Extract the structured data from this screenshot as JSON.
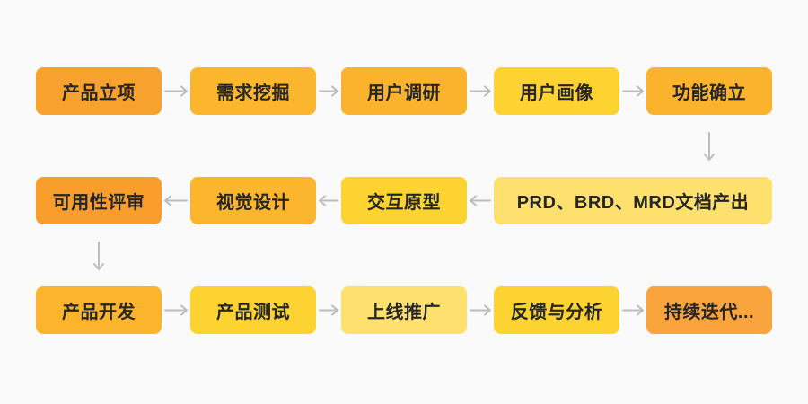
{
  "canvas": {
    "background": "#FAFAFA",
    "arrow_color": "#BDBDBD",
    "text_color": "#262626"
  },
  "diagram_title": "product-development-flowchart",
  "nodes": [
    {
      "label": "产品立项",
      "row": 0,
      "col": 0,
      "color": "#F7A22E"
    },
    {
      "label": "需求挖掘",
      "row": 0,
      "col": 1,
      "color": "#FBB62E"
    },
    {
      "label": "用户调研",
      "row": 0,
      "col": 2,
      "color": "#FBB32E"
    },
    {
      "label": "用户画像",
      "row": 0,
      "col": 3,
      "color": "#FCD330"
    },
    {
      "label": "功能确立",
      "row": 0,
      "col": 4,
      "color": "#FBB32E"
    },
    {
      "label": "PRD、BRD、MRD文档产出",
      "row": 1,
      "col": 3,
      "colspan": 2,
      "color": "#FDE06E"
    },
    {
      "label": "交互原型",
      "row": 1,
      "col": 2,
      "color": "#FCD330"
    },
    {
      "label": "视觉设计",
      "row": 1,
      "col": 1,
      "color": "#FBB62E"
    },
    {
      "label": "可用性评审",
      "row": 1,
      "col": 0,
      "color": "#F99E2C"
    },
    {
      "label": "产品开发",
      "row": 2,
      "col": 0,
      "color": "#FBB42C"
    },
    {
      "label": "产品测试",
      "row": 2,
      "col": 1,
      "color": "#FCD330"
    },
    {
      "label": "上线推广",
      "row": 2,
      "col": 2,
      "color": "#FDE06E"
    },
    {
      "label": "反馈与分析",
      "row": 2,
      "col": 3,
      "color": "#FCD330"
    },
    {
      "label": "持续迭代...",
      "row": 2,
      "col": 4,
      "color": "#F9A43C"
    }
  ],
  "edges": [
    {
      "from": 0,
      "to": 1,
      "dir": "right"
    },
    {
      "from": 1,
      "to": 2,
      "dir": "right"
    },
    {
      "from": 2,
      "to": 3,
      "dir": "right"
    },
    {
      "from": 3,
      "to": 4,
      "dir": "right"
    },
    {
      "from": 4,
      "to": 5,
      "dir": "down"
    },
    {
      "from": 5,
      "to": 6,
      "dir": "left"
    },
    {
      "from": 6,
      "to": 7,
      "dir": "left"
    },
    {
      "from": 7,
      "to": 8,
      "dir": "left"
    },
    {
      "from": 8,
      "to": 9,
      "dir": "down"
    },
    {
      "from": 9,
      "to": 10,
      "dir": "right"
    },
    {
      "from": 10,
      "to": 11,
      "dir": "right"
    },
    {
      "from": 11,
      "to": 12,
      "dir": "right"
    },
    {
      "from": 12,
      "to": 13,
      "dir": "right"
    }
  ]
}
